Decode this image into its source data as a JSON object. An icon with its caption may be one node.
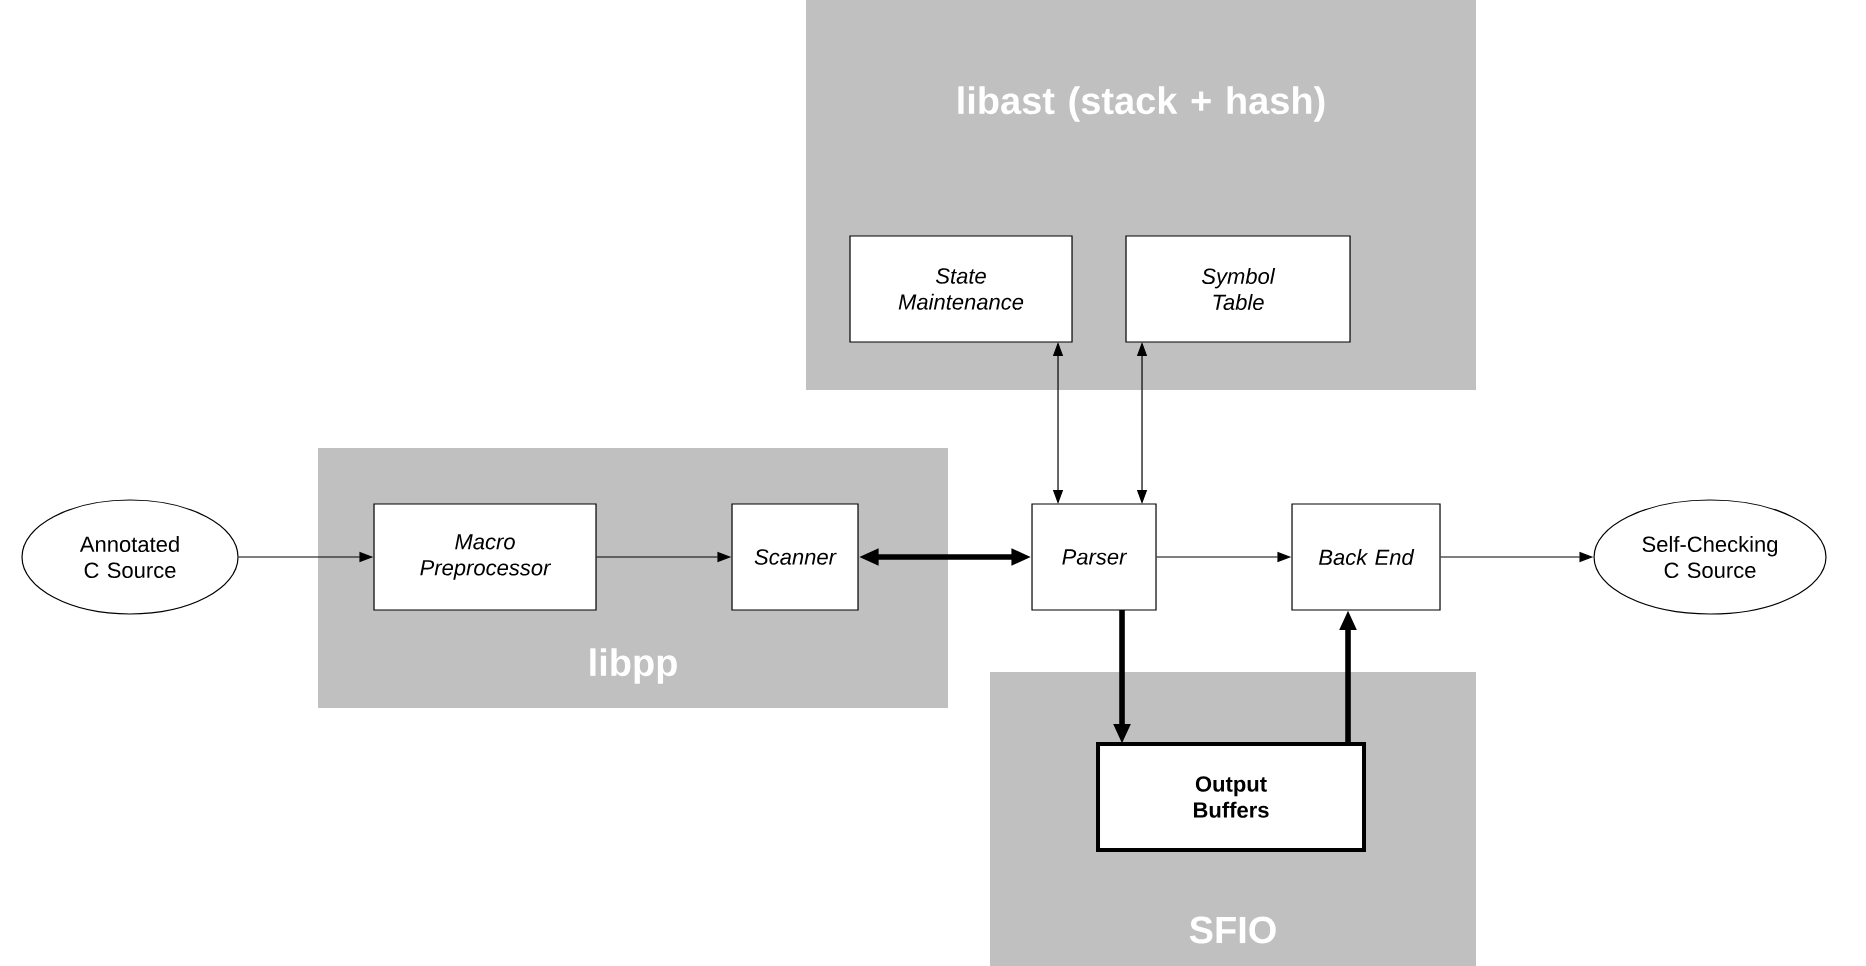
{
  "diagram": {
    "nodes": [
      {
        "text": [
          "Annotated C Source"
        ]
      },
      {
        "text": [
          "libast (stack + hash)"
        ]
      },
      {
        "text": [
          "State Maintenance"
        ],
        "in": 1
      },
      {
        "text": [
          "Symbol Table"
        ],
        "in": 1
      },
      {
        "text": [
          "libpp"
        ]
      },
      {
        "text": [
          "Macro Preprocessor"
        ],
        "in": 4
      },
      {
        "text": [
          "Scanner"
        ],
        "in": 4
      },
      {
        "text": [
          "Parser"
        ]
      },
      {
        "text": [
          "Back End"
        ]
      },
      {
        "text": [
          "Self-Checking C Source"
        ]
      },
      {
        "text": [
          "SFIO"
        ]
      },
      {
        "text": [
          "Output Buffers"
        ],
        "in": 10
      }
    ],
    "edges": [
      {
        "from": 0,
        "to": 5,
        "arrow": "to"
      },
      {
        "from": 5,
        "to": 6,
        "arrow": "to"
      },
      {
        "from": 6,
        "to": 7,
        "arrow": "both",
        "style": "thick"
      },
      {
        "from": 7,
        "to": 8,
        "arrow": "to"
      },
      {
        "from": 8,
        "to": 9,
        "arrow": "to"
      },
      {
        "from": 7,
        "to": 2,
        "arrow": "both"
      },
      {
        "from": 7,
        "to": 3,
        "arrow": "both"
      },
      {
        "from": 7,
        "to": 11,
        "arrow": "to",
        "style": "thick"
      },
      {
        "from": 11,
        "to": 8,
        "arrow": "to",
        "style": "thick"
      }
    ]
  }
}
